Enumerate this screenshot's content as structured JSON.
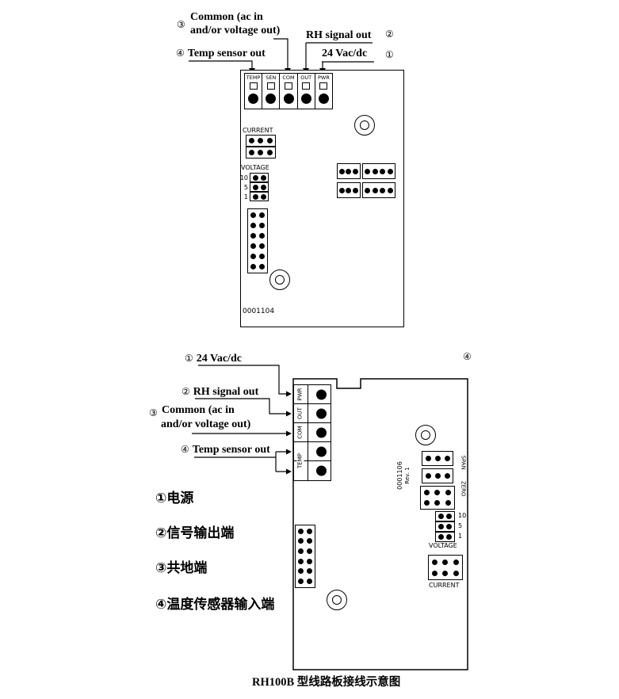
{
  "caption": "RH100B 型线路板接线示意图",
  "annotations_top": {
    "common_num": "③",
    "common_line1": "Common (ac in",
    "common_line2": "and/or voltage out)",
    "rh_text": "RH signal out",
    "rh_num": "②",
    "temp_num": "④",
    "temp_text": "Temp sensor out",
    "pwr_text": "24 Vac/dc",
    "pwr_num": "①"
  },
  "board_top": {
    "terminals": [
      "TEMP",
      "SEN",
      "COM",
      "OUT",
      "PWR"
    ],
    "current_label": "CURRENT",
    "voltage_label": "VOLTAGE",
    "voltage_rows": [
      "10",
      "5",
      "1"
    ],
    "board_id": "0001104"
  },
  "annotations_bottom": {
    "pwr_num": "①",
    "pwr_text": "24 Vac/dc",
    "rh_num": "②",
    "rh_text": "RH signal out",
    "common_num": "③",
    "common_line1": "Common (ac in",
    "common_line2": "and/or voltage out)",
    "temp_num": "④",
    "temp_text": "Temp sensor out",
    "corner_marker": "④"
  },
  "board_bottom": {
    "terminals": [
      "PWR",
      "OUT",
      "COM",
      "TEMP"
    ],
    "board_id": "0001106",
    "rev": "Rev. 1",
    "span_label": "SPAN",
    "zero_label": "ZERO",
    "voltage_label": "VOLTAGE",
    "voltage_rows": [
      "10",
      "5",
      "1"
    ],
    "current_label": "CURRENT"
  },
  "legend": {
    "items": [
      "①电源",
      "②信号输出端",
      "③共地端",
      "④温度传感器输入端"
    ]
  }
}
